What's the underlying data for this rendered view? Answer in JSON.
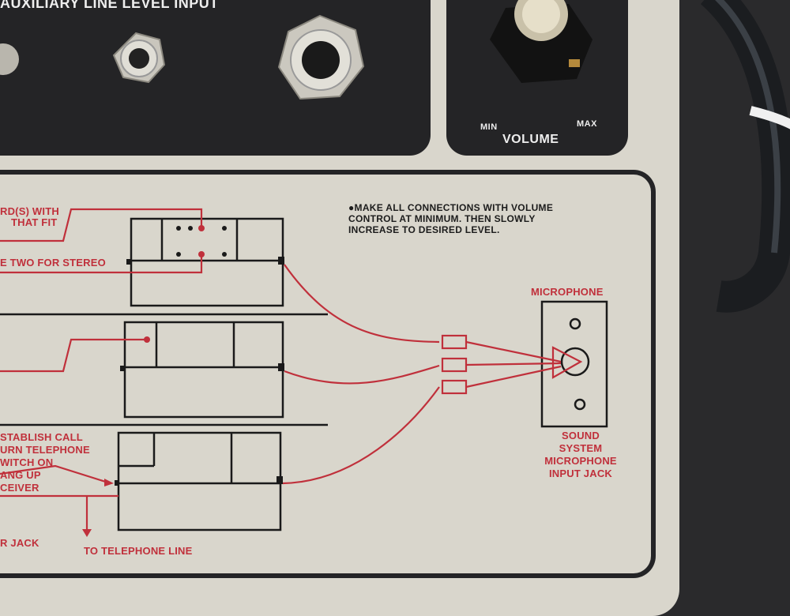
{
  "panel": {
    "top_title": "AUXILIARY LINE LEVEL INPUT",
    "volume_label": "VOLUME",
    "min_label": "MIN",
    "max_label": "MAX"
  },
  "note": "●MAKE ALL CONNECTIONS WITH VOLUME\nCONTROL AT MINIMUM. THEN SLOWLY\nINCREASE TO DESIRED LEVEL.",
  "left_labels": {
    "cords": "RD(S) WITH",
    "that_fit": "THAT FIT",
    "stereo": "E TWO FOR STEREO",
    "establish": "STABLISH CALL",
    "turn": "URN TELEPHONE",
    "switch": "WITCH ON",
    "hang": "ANG UP",
    "receiver": "CEIVER",
    "jack": "R JACK",
    "to_line": "TO TELEPHONE LINE"
  },
  "microphone": {
    "title": "MICROPHONE",
    "caption": [
      "SOUND",
      "SYSTEM",
      "MICROPHONE",
      "INPUT JACK"
    ]
  },
  "colors": {
    "panel": "#242426",
    "face": "#d9d6cc",
    "red_print": "#c0303b"
  }
}
